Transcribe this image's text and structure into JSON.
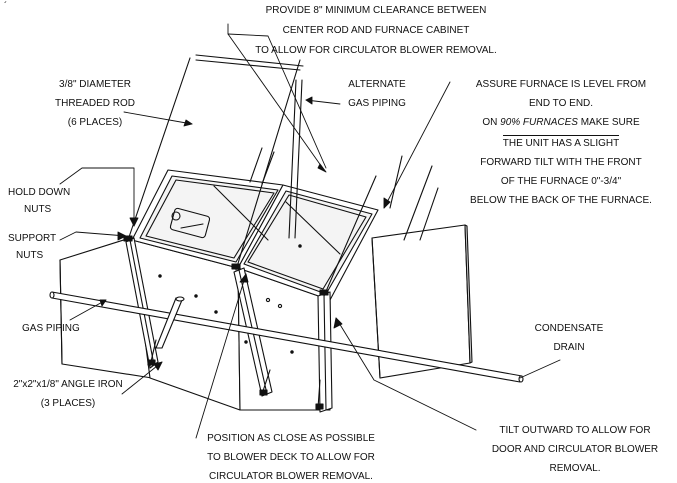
{
  "labels": {
    "clearance": [
      "PROVIDE 8\" MINIMUM CLEARANCE BETWEEN",
      "CENTER ROD AND FURNACE CABINET",
      "TO ALLOW FOR CIRCULATOR BLOWER REMOVAL."
    ],
    "threaded_rod": [
      "3/8\" DIAMETER",
      "THREADED ROD",
      "(6 PLACES)"
    ],
    "alt_gas": [
      "ALTERNATE",
      "GAS PIPING"
    ],
    "level_1": "ASSURE FURNACE IS LEVEL FROM",
    "level_2": "END TO END.",
    "level_3_prefix": "ON ",
    "level_3_em": "90% FURNACES",
    "level_3_suffix": " MAKE SURE",
    "level_4": "THE UNIT HAS A SLIGHT",
    "level_5": "FORWARD TILT WITH THE FRONT",
    "level_6": "OF THE FURNACE 0\"-3/4\"",
    "level_7": "BELOW THE BACK OF THE FURNACE.",
    "hold_down": [
      "HOLD DOWN",
      "NUTS"
    ],
    "support": [
      "SUPPORT",
      "NUTS"
    ],
    "gas_piping": "GAS PIPING",
    "angle_iron": [
      "2\"x2\"x1/8\" ANGLE IRON",
      "(3 PLACES)"
    ],
    "position": [
      "POSITION AS CLOSE AS POSSIBLE",
      "TO BLOWER DECK TO ALLOW FOR",
      "CIRCULATOR BLOWER REMOVAL."
    ],
    "tilt": [
      "TILT OUTWARD TO ALLOW FOR",
      "DOOR AND CIRCULATOR BLOWER",
      "REMOVAL."
    ],
    "condensate": [
      "CONDENSATE",
      "DRAIN"
    ],
    "corner_mark": "´"
  }
}
